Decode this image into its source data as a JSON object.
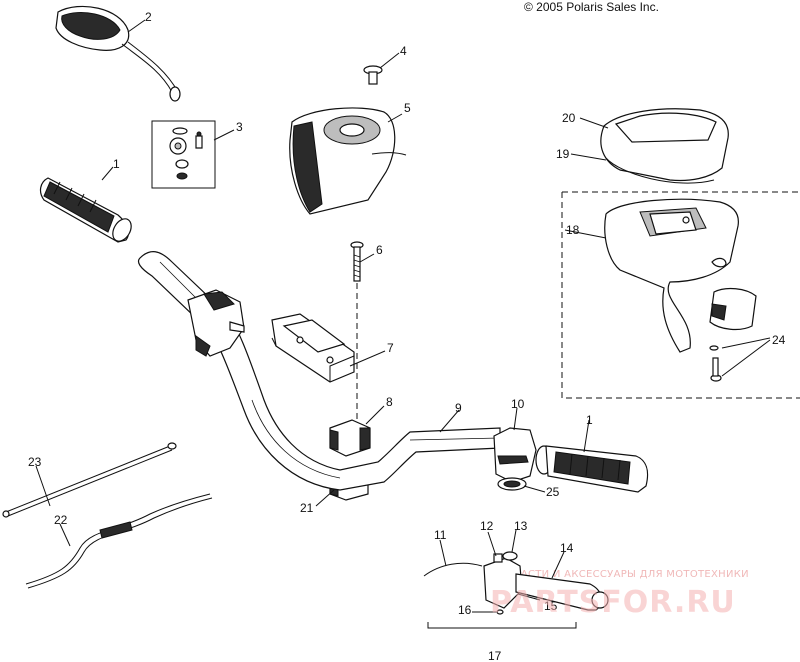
{
  "copyright": "© 2005 Polaris Sales Inc.",
  "watermark": {
    "tagline": "ЗАПЧАСТИ И АКСЕССУАРЫ ДЛЯ МОТОТЕХНИКИ",
    "logo": "PARTSFOR.RU"
  },
  "callouts": {
    "c1a": "1",
    "c1b": "1",
    "c2": "2",
    "c3": "3",
    "c4": "4",
    "c5": "5",
    "c6": "6",
    "c7": "7",
    "c8": "8",
    "c9": "9",
    "c10": "10",
    "c11": "11",
    "c12": "12",
    "c13": "13",
    "c14": "14",
    "c15": "15",
    "c16": "16",
    "c17": "17",
    "c18": "18",
    "c19": "19",
    "c20": "20",
    "c21": "21",
    "c22": "22",
    "c23": "23",
    "c24": "24",
    "c25": "25"
  }
}
